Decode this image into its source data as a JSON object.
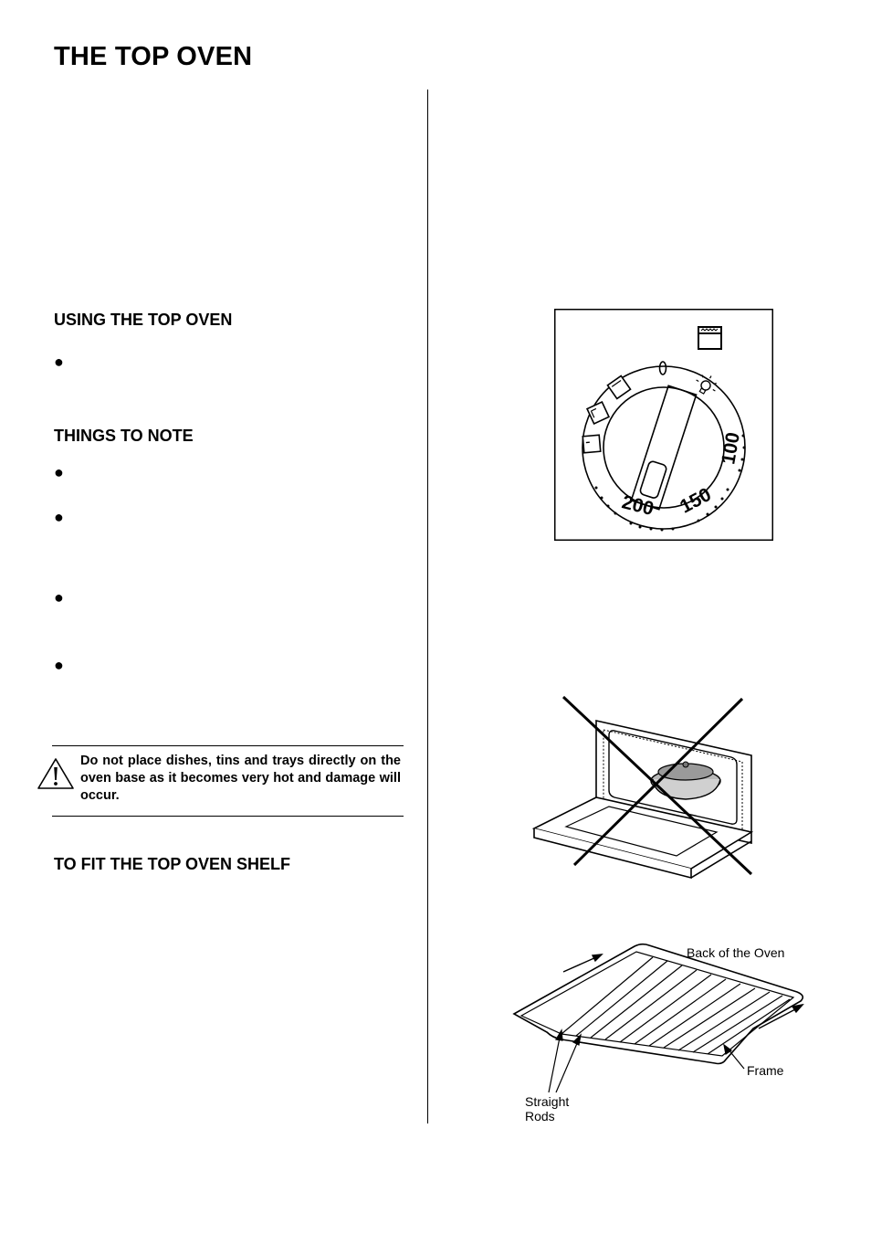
{
  "page": {
    "title": "THE TOP OVEN",
    "headings": {
      "using": "USING THE TOP OVEN",
      "notes": "THINGS TO NOTE",
      "fit_shelf": "TO FIT THE TOP OVEN SHELF"
    },
    "warning": {
      "text": "Do not place dishes, tins and trays directly on the oven base as it becomes very hot and damage will occur."
    }
  },
  "dial": {
    "temperatures": [
      "100",
      "150",
      "200"
    ]
  },
  "shelf_diagram": {
    "labels": {
      "back": "Back of the Oven",
      "frame": "Frame",
      "rods_line1": "Straight",
      "rods_line2": "Rods"
    }
  }
}
